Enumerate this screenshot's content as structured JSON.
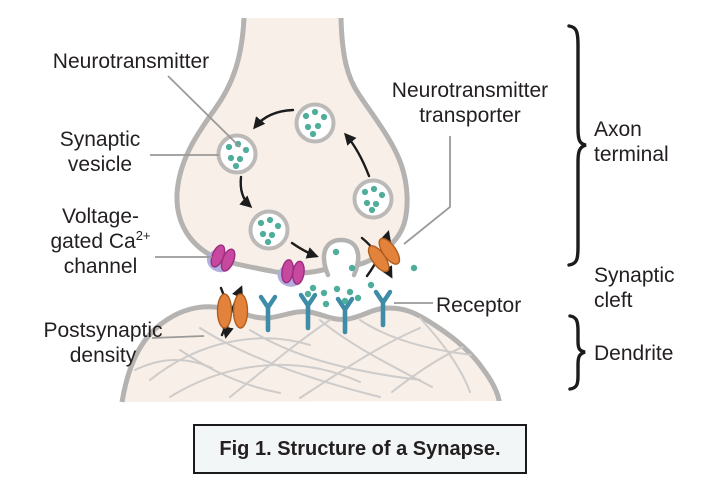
{
  "colors": {
    "cell-fill": "#f8efe8",
    "membrane": "#b5b3b1",
    "vesicle-stroke": "#bcbab8",
    "dot": "#4fae9b",
    "magenta": "#c6489f",
    "magenta-dark": "#9c2d80",
    "lavender": "#b2aede",
    "orange": "#e2823b",
    "orange-dark": "#b05e20",
    "receptor": "#3e8ca7",
    "filament": "#cecccb",
    "leader": "#9b9a98",
    "ink": "#1c1c1c",
    "text": "#231f20",
    "caption-bg": "#f3f6f6",
    "caption-border": "#1a1a1a"
  },
  "labels": {
    "neurotransmitter": "Neurotransmitter",
    "synaptic_vesicle": {
      "line1": "Synaptic",
      "line2": "vesicle"
    },
    "ca_channel": {
      "line1": "Voltage-",
      "line2": "gated Ca",
      "sup": "2+",
      "line3": "channel"
    },
    "postsynaptic_density": {
      "line1": "Postsynaptic",
      "line2": "density"
    },
    "nt_transporter": {
      "line1": "Neurotransmitter",
      "line2": "transporter"
    },
    "receptor": "Receptor",
    "axon_terminal": {
      "line1": "Axon",
      "line2": "terminal"
    },
    "synaptic_cleft": {
      "line1": "Synaptic",
      "line2": "cleft"
    },
    "dendrite": "Dendrite"
  },
  "caption": "Fig 1. Structure of a Synapse."
}
